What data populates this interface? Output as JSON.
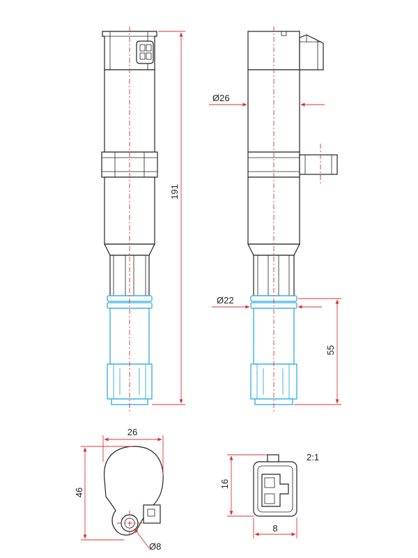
{
  "dimensions": {
    "length_total": "191",
    "body_diameter": "Ø26",
    "boot_diameter": "Ø22",
    "boot_length": "55",
    "top_width": "26",
    "top_height": "46",
    "hole_diameter": "Ø8",
    "connector_height": "16",
    "connector_width": "8"
  },
  "scale_note": "2:1",
  "colors": {
    "outline": "#222222",
    "dimension": "#e03030",
    "boot": "#29aee0"
  }
}
